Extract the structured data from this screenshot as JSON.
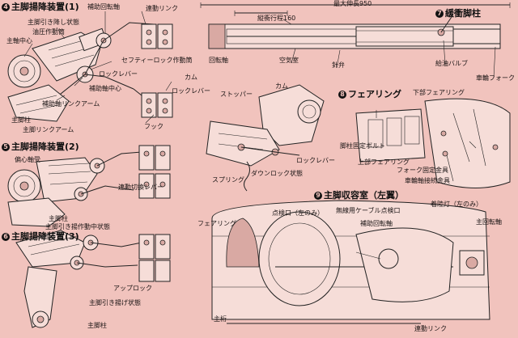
{
  "sections": {
    "s4": {
      "num": "4",
      "title": "主脚揚降装置(1)"
    },
    "s5": {
      "num": "5",
      "title": "主脚揚降装置(2)"
    },
    "s6": {
      "num": "6",
      "title": "主脚揚降装置(3)"
    },
    "s7": {
      "num": "7",
      "title": "緩衝脚柱"
    },
    "s8": {
      "num": "8",
      "title": "フェアリング"
    },
    "s9": {
      "num": "9",
      "title": "主脚収容室（左翼）"
    }
  },
  "labels": {
    "hosoku_kaiten": "補助回転軸",
    "rendo_link_top": "連動リンク",
    "hikiage_joutai": "主脚引き降し状態",
    "yuatsu_sado": "油圧作動筒",
    "shujiku_chushin": "主軸中心",
    "safety_lock": "セフティーロック作動筒",
    "lock_lever_1": "ロックレバー",
    "hojo_jiku_chushin": "補助軸中心",
    "hojo_jiku_link": "補助軸リンクアーム",
    "kam_1": "カム",
    "lock_lever_2": "ロックレバー",
    "shukyakuchu_1": "主脚柱",
    "shukyaku_link": "主脚リンクアーム",
    "hook": "フック",
    "saidai_shincho": "最大伸長950",
    "jukan_kotei": "縦衝行程160",
    "kaiten_jiku": "回転軸",
    "kuuki_shitsu": "空気室",
    "harizen": "針弁",
    "kyuki_valve": "給油バルブ",
    "sharin_fork": "車輪フォーク",
    "kam_2": "カム",
    "stopper": "ストッパー",
    "lock_lever_3": "ロックレバー",
    "spring": "スプリング",
    "down_lock": "ダウンロック状態",
    "shita_fairing": "下部フェアリング",
    "kyakuchu_bolt": "脚柱固定ボルト",
    "ue_fairing": "上部フェアリング",
    "fork_kotei": "フォーク固定金具",
    "sharin_jiku": "車輪軸接続金具",
    "henshin_jiku": "偏心軸受",
    "rendo_kirikae": "連動切換レバー",
    "shukyakuchu_2": "主脚柱",
    "hikiage_sado_chu": "主脚引き揚作動中状態",
    "tenken_guchi": "点検口（左のみ）",
    "musen_cable": "無線用ケーブル点検口",
    "hojo_kaiten_2": "補助回転軸",
    "chakuriku_tou": "着陸灯（左のみ）",
    "shu_kaiten_jiku": "主回転軸",
    "fairing_9": "フェアリング",
    "up_lock": "アップロック",
    "hikiage_joutai_2": "主脚引き揚げ状態",
    "shukyakuchu_3": "主脚柱",
    "shuketa": "主桁",
    "rendo_link_bottom": "連動リンク"
  }
}
